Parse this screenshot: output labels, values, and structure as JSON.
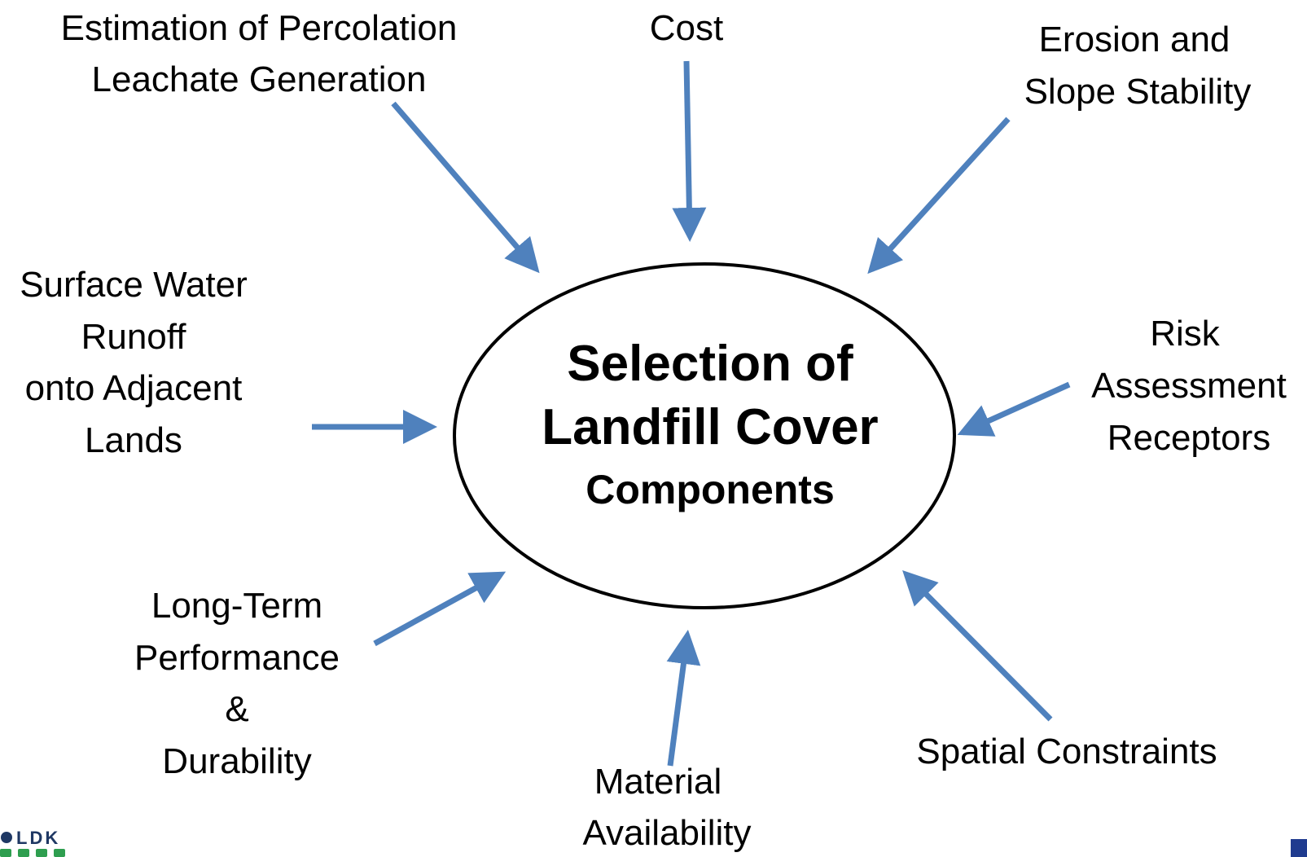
{
  "center": {
    "line1": "Selection of",
    "line2": "Landfill Cover",
    "line3": "Components"
  },
  "factors": {
    "percolation": [
      "Estimation of Percolation",
      "Leachate Generation"
    ],
    "cost": [
      "Cost"
    ],
    "erosion": [
      "Erosion and",
      "Slope Stability"
    ],
    "surface_water": [
      "Surface Water",
      "Runoff",
      "onto Adjacent",
      "Lands"
    ],
    "risk": [
      "Risk",
      "Assessment",
      "Receptors"
    ],
    "long_term": [
      "Long-Term",
      "Performance",
      "&",
      "Durability"
    ],
    "spatial": [
      "Spatial Constraints"
    ],
    "material": [
      "Material",
      "Availability"
    ]
  },
  "logo": {
    "text": "LDK"
  },
  "colors": {
    "arrow": "#4f81bd",
    "logo_blue": "#1f3864",
    "logo_green": "#2e9e4f"
  }
}
